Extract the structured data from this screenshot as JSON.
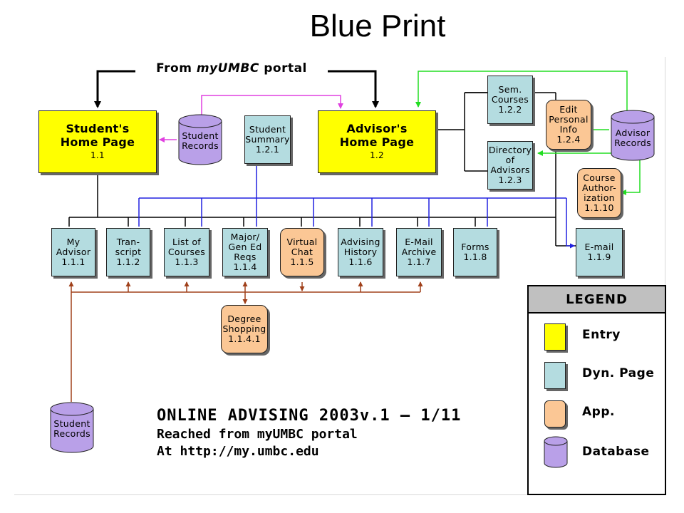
{
  "title": "Blue Print",
  "portal": {
    "prefix": "From ",
    "italic": "myUMBC",
    "suffix": " portal"
  },
  "nodes": {
    "student_home": {
      "l1": "Student's",
      "l2": "Home Page",
      "l3": "1.1"
    },
    "advisor_home": {
      "l1": "Advisor's",
      "l2": "Home Page",
      "l3": "1.2"
    },
    "student_records_top": {
      "l1": "Student",
      "l2": "Records"
    },
    "student_summary": {
      "l1": "Student",
      "l2": "Summary",
      "l3": "1.2.1"
    },
    "sem_courses": {
      "l1": "Sem.",
      "l2": "Courses",
      "l3": "1.2.2"
    },
    "directory": {
      "l1": "Directory",
      "l2": "of",
      "l3": "Advisors",
      "l4": "1.2.3"
    },
    "edit_info": {
      "l1": "Edit",
      "l2": "Personal",
      "l3": "Info",
      "l4": "1.2.4"
    },
    "advisor_records": {
      "l1": "Advisor",
      "l2": "Records"
    },
    "course_auth": {
      "l1": "Course",
      "l2": "Author-",
      "l3": "ization",
      "l4": "1.1.10"
    },
    "my_advisor": {
      "l1": "My",
      "l2": "Advisor",
      "l3": "1.1.1"
    },
    "transcript": {
      "l1": "Tran-",
      "l2": "script",
      "l3": "1.1.2"
    },
    "list_courses": {
      "l1": "List of",
      "l2": "Courses",
      "l3": "1.1.3"
    },
    "major_reqs": {
      "l1": "Major/",
      "l2": "Gen Ed",
      "l3": "Reqs",
      "l4": "1.1.4"
    },
    "virtual_chat": {
      "l1": "Virtual",
      "l2": "Chat",
      "l3": "1.1.5"
    },
    "advising_history": {
      "l1": "Advising",
      "l2": "History",
      "l3": "1.1.6"
    },
    "email_archive": {
      "l1": "E-Mail",
      "l2": "Archive",
      "l3": "1.1.7"
    },
    "forms": {
      "l1": "Forms",
      "l2": "1.1.8"
    },
    "email": {
      "l1": "E-mail",
      "l2": "1.1.9"
    },
    "degree_shopping": {
      "l1": "Degree",
      "l2": "Shopping",
      "l3": "1.1.4.1"
    },
    "student_records_bottom": {
      "l1": "Student",
      "l2": "Records"
    }
  },
  "footer": {
    "line1": "ONLINE ADVISING 2003v.1 – 1/11",
    "line2": "Reached from myUMBC portal",
    "line3": "At http://my.umbc.edu"
  },
  "legend": {
    "title": "LEGEND",
    "items": [
      "Entry",
      "Dyn. Page",
      "App.",
      "Database"
    ]
  },
  "colors": {
    "entry": "#ffff00",
    "dyn_page": "#b4dce0",
    "app": "#fbc795",
    "database": "#b9a0e8",
    "link_blue": "#2020e0",
    "link_green": "#22dd22",
    "link_magenta": "#e040e0",
    "link_brown": "#a0401a"
  }
}
